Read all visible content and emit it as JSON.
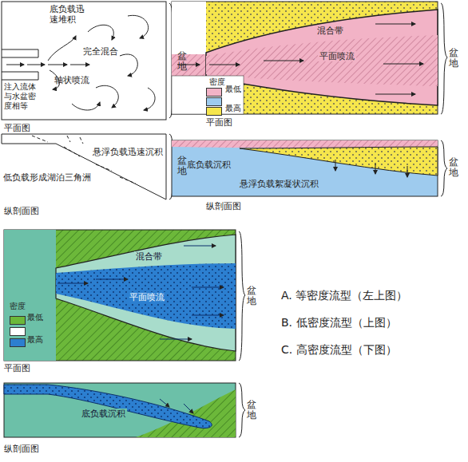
{
  "diagram": {
    "labels": [
      "底负载迅速堆积",
      "完全混合",
      "注入流体与水盆密度相等",
      "轴状喷流",
      "盆地",
      "平面图",
      "低负载形成湖泊三角洲",
      "悬浮负载迅速沉积",
      "盆地",
      "纵剖面图",
      "混合带",
      "平面喷流",
      "密度",
      "盆地",
      "平面图",
      "底负载沉积",
      "悬浮负载絮凝状沉积",
      "盆地",
      "纵剖面图",
      "混合带",
      "平面喷流",
      "密度",
      "盆地",
      "平面图",
      "底负载沉积",
      "盆地",
      "纵剖面图",
      "A. 等密度流型（左上图）",
      "B. 低密度流型（上图）",
      "C. 高密度流型（下图）"
    ],
    "legend": [
      {
        "text": "最低",
        "color": "#f2b3c6"
      },
      {
        "text": "最高",
        "color": "#f6e64c"
      },
      {
        "text": "最低",
        "color": "#6cb83a"
      },
      {
        "text": "最高",
        "color": "#2c7fd0"
      }
    ]
  }
}
